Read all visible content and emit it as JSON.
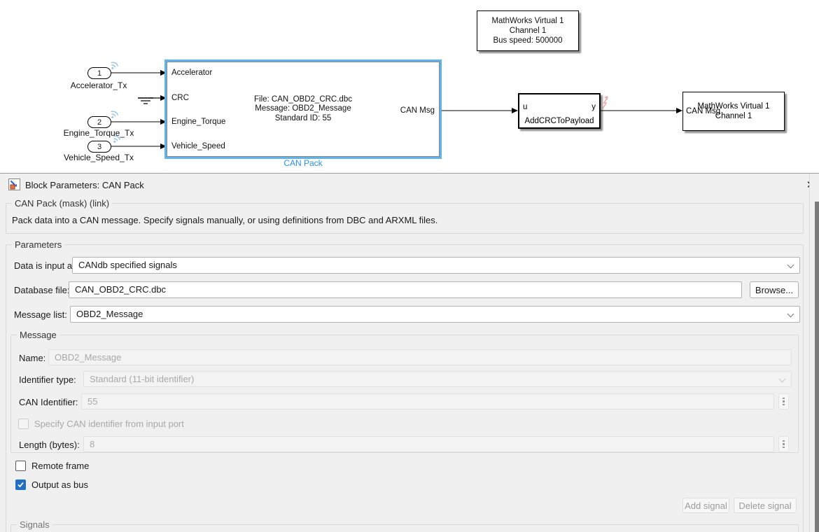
{
  "diagram": {
    "bus_block": {
      "lines": [
        "MathWorks Virtual 1",
        "Channel 1",
        "Bus speed: 500000"
      ]
    },
    "inports": [
      {
        "num": "1",
        "label": "Accelerator_Tx"
      },
      {
        "num": "2",
        "label": "Engine_Torque_Tx"
      },
      {
        "num": "3",
        "label": "Vehicle_Speed_Tx"
      }
    ],
    "can_pack": {
      "in_ports": [
        "Accelerator",
        "CRC",
        "Engine_Torque",
        "Vehicle_Speed"
      ],
      "out_port": "CAN Msg",
      "info_lines": [
        "File: CAN_OBD2_CRC.dbc",
        "Message: OBD2_Message",
        "Standard ID: 55"
      ],
      "name": "CAN Pack"
    },
    "crc_block": {
      "in": "u",
      "out": "y",
      "name": "AddCRCToPayload"
    },
    "tx_block": {
      "port": "CAN Msg",
      "lines": [
        "MathWorks Virtual 1",
        "Channel 1"
      ]
    }
  },
  "dialog": {
    "title": "Block Parameters: CAN Pack",
    "close_glyph": "✕",
    "mask_group": {
      "label": "CAN Pack (mask) (link)",
      "description": "Pack data into a CAN message. Specify signals manually, or using definitions from DBC and ARXML files."
    },
    "params_group": {
      "label": "Parameters"
    },
    "fields": {
      "data_input_label": "Data is input as:",
      "data_input_value": "CANdb specified signals",
      "database_label": "Database file:",
      "database_value": "CAN_OBD2_CRC.dbc",
      "browse_label": "Browse...",
      "message_list_label": "Message list:",
      "message_list_value": "OBD2_Message"
    },
    "message_group": {
      "label": "Message",
      "name_label": "Name:",
      "name_value": "OBD2_Message",
      "id_type_label": "Identifier type:",
      "id_type_value": "Standard (11-bit identifier)",
      "can_id_label": "CAN Identifier:",
      "can_id_value": "55",
      "specify_checkbox_label": "Specify CAN identifier from input port",
      "length_label": "Length (bytes):",
      "length_value": "8"
    },
    "remote_frame_label": "Remote frame",
    "output_as_bus_label": "Output as bus",
    "add_signal_label": "Add signal",
    "delete_signal_label": "Delete signal",
    "signals_group_label": "Signals"
  },
  "colors": {
    "selection_blue": "#5db4ea",
    "block_name_blue": "#2492e8",
    "checkbox_checked": "#2270c6",
    "wireless_badge": "#8cc0ea",
    "streaming_badge": "#eca6a6",
    "dialog_bg": "#f0f0f0"
  }
}
